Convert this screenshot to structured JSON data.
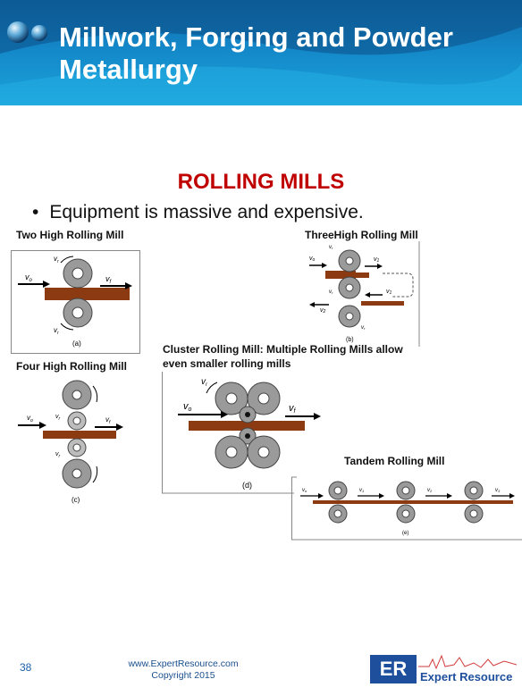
{
  "header": {
    "title": "Millwork, Forging and Powder Metallurgy"
  },
  "heading": "ROLLING MILLS",
  "bullet": "Equipment is massive and expensive.",
  "figures": {
    "two_high": {
      "caption": "Two High Rolling Mill",
      "label": "(a)",
      "v0": "v",
      "v0_sub": "o",
      "vf": "v",
      "vf_sub": "f",
      "vr": "v",
      "vr_sub": "r"
    },
    "three_high": {
      "caption": "ThreeHigh Rolling Mill",
      "label": "(b)",
      "v0": "v",
      "v0_sub": "o",
      "v1": "v",
      "v1_sub": "1",
      "v2": "v",
      "v2_sub": "2",
      "vr": "v",
      "vr_sub": "r"
    },
    "four_high": {
      "caption": "Four High Rolling Mill",
      "label": "(c)",
      "v0": "v",
      "v0_sub": "o",
      "vf": "v",
      "vf_sub": "f",
      "vr": "v",
      "vr_sub": "r"
    },
    "cluster": {
      "caption": "Cluster Rolling Mill: Multiple Rolling Mills allow even smaller rolling mills",
      "label": "(d)",
      "v0": "v",
      "v0_sub": "o",
      "vf": "v",
      "vf_sub": "f",
      "vr": "v",
      "vr_sub": "r"
    },
    "tandem": {
      "caption": "Tandem Rolling Mill",
      "label": "(e)",
      "v0": "v",
      "v0_sub": "o",
      "v1": "v",
      "v1_sub": "1",
      "v2": "v",
      "v2_sub": "2",
      "v3": "v",
      "v3_sub": "3"
    }
  },
  "footer": {
    "page_number": "38",
    "website": "www.ExpertResource.com",
    "copyright": "Copyright 2015",
    "logo_letters": "ER",
    "brand": "Expert Resource"
  },
  "colors": {
    "header_blue": "#1487c8",
    "heading_red": "#c00000",
    "strip_brown": "#8b3a12",
    "roll_gray": "#9a9a9a",
    "brand_blue": "#1d4f9c"
  }
}
